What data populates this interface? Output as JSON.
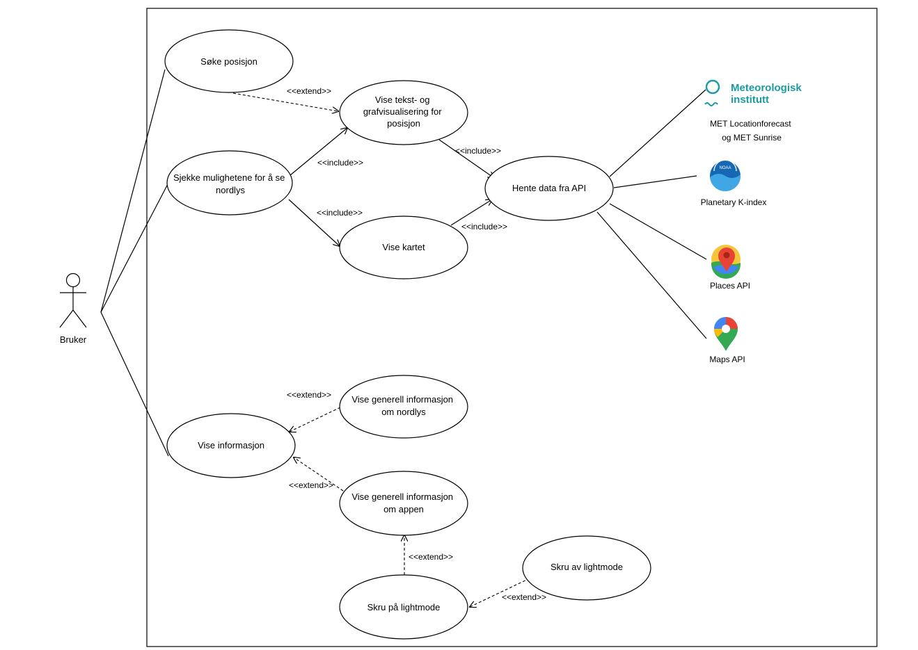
{
  "actor": {
    "label": "Bruker"
  },
  "use_cases": {
    "soke_posisjon": [
      "Søke posisjon"
    ],
    "vise_tekst_graf": [
      "Vise tekst- og",
      "grafvisualisering for",
      "posisjon"
    ],
    "sjekke_nordlys": [
      "Sjekke mulighetene for å se",
      "nordlys"
    ],
    "hente_data": [
      "Hente data fra API"
    ],
    "vise_kartet": [
      "Vise kartet"
    ],
    "vise_info_nordlys": [
      "Vise generell informasjon",
      "om nordlys"
    ],
    "vise_informasjon": [
      "Vise informasjon"
    ],
    "vise_info_appen": [
      "Vise generell informasjon",
      "om appen"
    ],
    "skru_av_lightmode": [
      "Skru av lightmode"
    ],
    "skru_pa_lightmode": [
      "Skru på lightmode"
    ]
  },
  "relations": {
    "extend": "<<extend>>",
    "include": "<<include>>"
  },
  "services": {
    "met_logo": [
      "Meteorologisk",
      "institutt"
    ],
    "met": [
      "MET Locationforecast",
      "og MET Sunrise"
    ],
    "noaa_badge": "NOAA",
    "kindex": [
      "Planetary K-index"
    ],
    "places": [
      "Places API"
    ],
    "maps": [
      "Maps API"
    ]
  },
  "colors": {
    "met_teal": "#1b9aa3",
    "noaa_blue": "#1668b5",
    "noaa_light": "#3ea7e4",
    "places_red": "#e94335",
    "maps_green": "#34a853",
    "maps_yellow": "#fbbc04",
    "maps_blue": "#4285f4"
  }
}
